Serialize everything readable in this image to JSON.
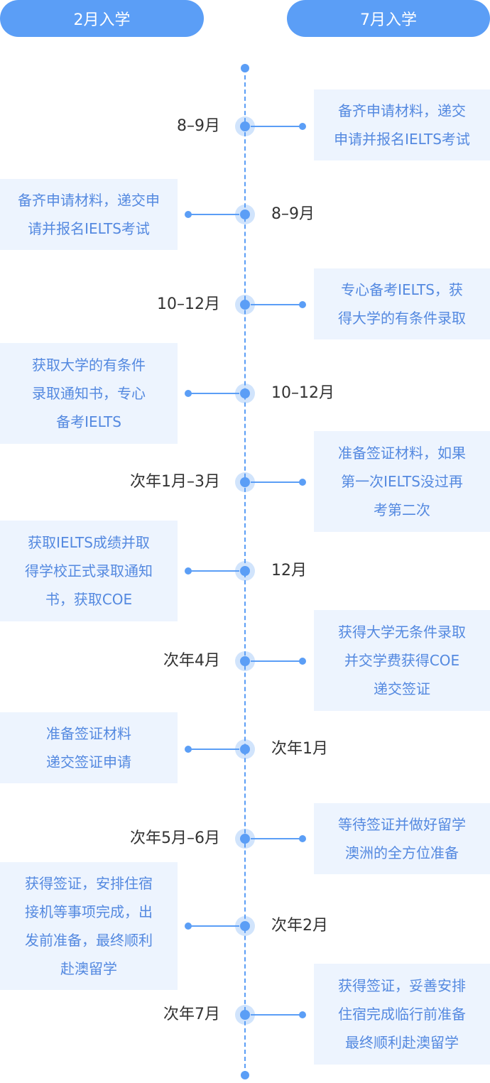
{
  "header": {
    "left": "2月入学",
    "right": "7月入学"
  },
  "colors": {
    "accent": "#5b9ef6",
    "box_bg": "#edf4fe",
    "box_text": "#5489e0"
  },
  "events": [
    {
      "side": "right",
      "date": "8–9月",
      "text": "备齐申请材料，递交\n申请并报名IELTS考试"
    },
    {
      "side": "left",
      "date": "8–9月",
      "text": "备齐申请材料，递交申\n请并报名IELTS考试"
    },
    {
      "side": "right",
      "date": "10–12月",
      "text": "专心备考IELTS，获\n得大学的有条件录取"
    },
    {
      "side": "left",
      "date": "10–12月",
      "text": "获取大学的有条件\n录取通知书，专心\n备考IELTS"
    },
    {
      "side": "right",
      "date": "次年1月–3月",
      "text": "准备签证材料，如果\n第一次IELTS没过再\n考第二次"
    },
    {
      "side": "left",
      "date": "12月",
      "text": "获取IELTS成绩并取\n得学校正式录取通知\n书，获取COE"
    },
    {
      "side": "right",
      "date": "次年4月",
      "text": "获得大学无条件录取\n并交学费获得COE\n递交签证"
    },
    {
      "side": "left",
      "date": "次年1月",
      "text": "准备签证材料\n递交签证申请"
    },
    {
      "side": "right",
      "date": "次年5月–6月",
      "text": "等待签证并做好留学\n澳洲的全方位准备"
    },
    {
      "side": "left",
      "date": "次年2月",
      "text": "获得签证，安排住宿\n接机等事项完成，出\n发前准备，最终顺利\n赴澳留学"
    },
    {
      "side": "right",
      "date": "次年7月",
      "text": "获得签证，妥善安排\n住宿完成临行前准备\n最终顺利赴澳留学"
    }
  ]
}
